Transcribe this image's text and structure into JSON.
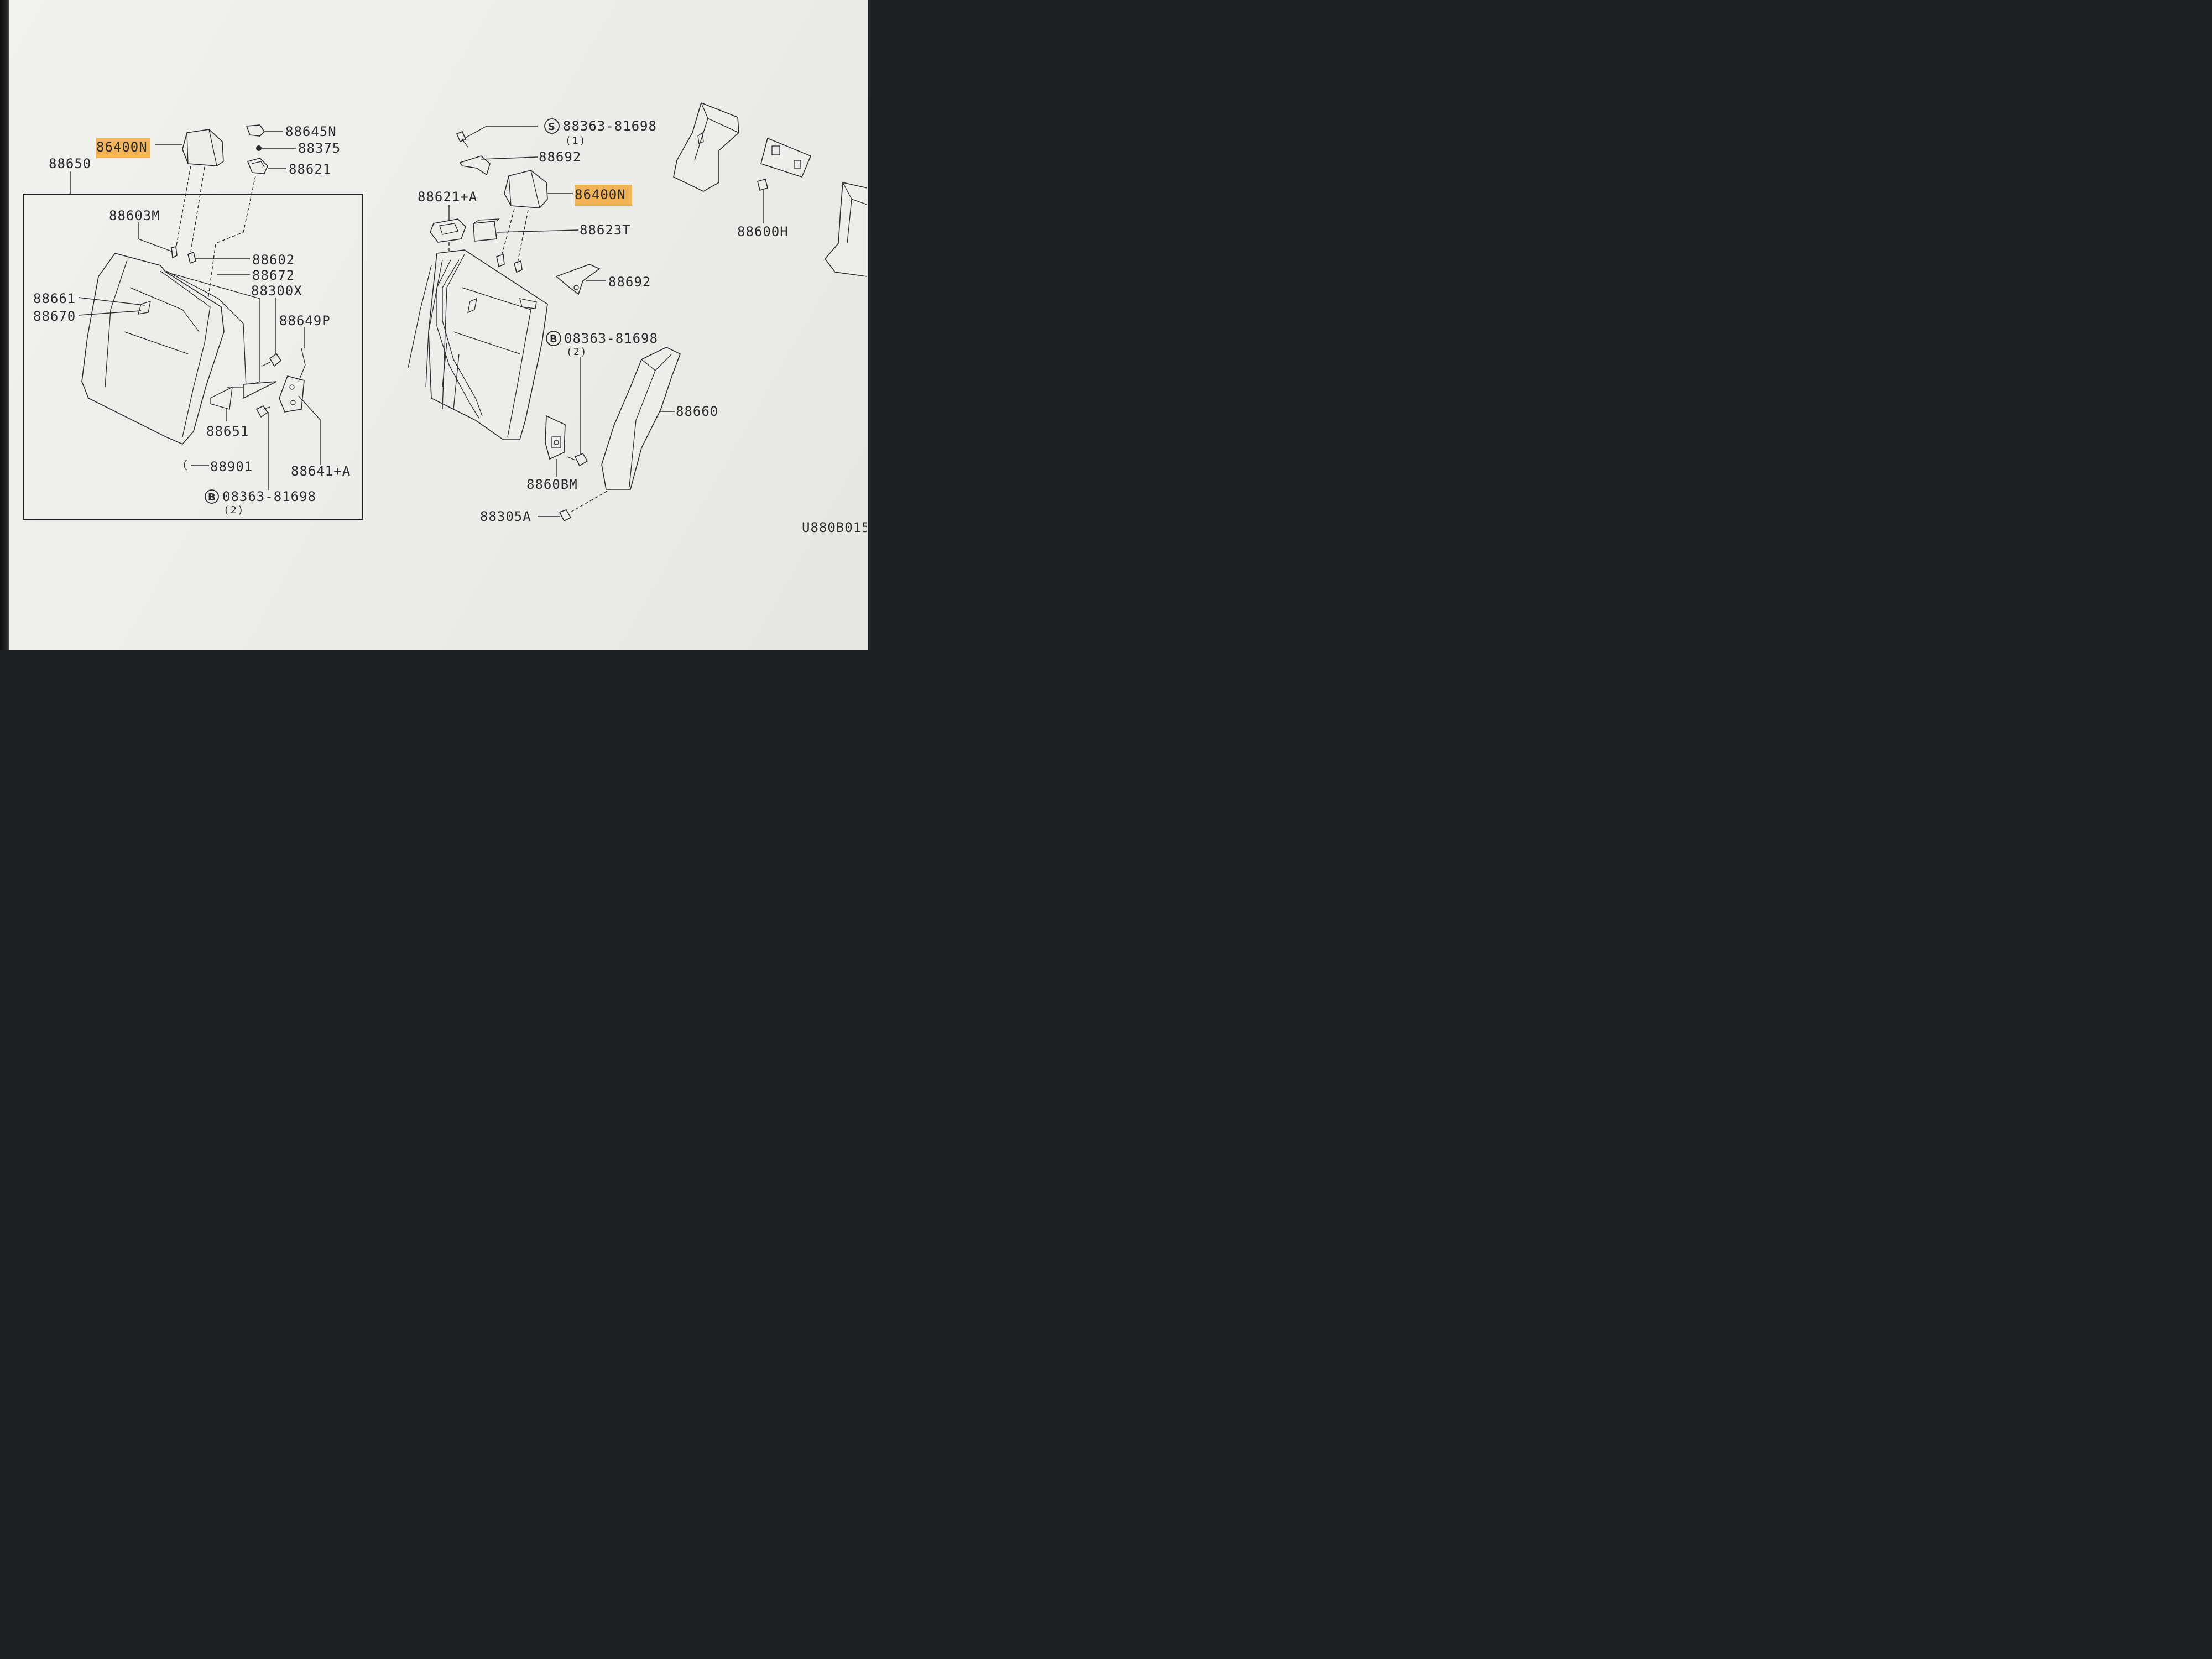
{
  "labels": {
    "l86400n_left": "86400N",
    "l88650": "88650",
    "l88645n": "88645N",
    "l88375": "88375",
    "l88621": "88621",
    "l88603m": "88603M",
    "l88602": "88602",
    "l88672": "88672",
    "l88300x": "88300X",
    "l88661": "88661",
    "l88670": "88670",
    "l88649p": "88649P",
    "l88651": "88651",
    "l88901": "88901",
    "l88641a": "88641+A",
    "l08363_left": "08363-81698",
    "l08363_left_qty": "(2)",
    "l88363": "88363-81698",
    "l88363_qty": "(1)",
    "l88692_top": "88692",
    "l88621a": "88621+A",
    "l86400n_right": "86400N",
    "l88623t": "88623T",
    "l88692_mid": "88692",
    "l08363_right": "08363-81698",
    "l08363_right_qty": "(2)",
    "l88660": "88660",
    "l88608m": "8860BM",
    "l88305a": "88305A",
    "l88600h": "88600H",
    "diagram_code": "U880B015"
  },
  "symbols": {
    "b": "B",
    "s": "S"
  },
  "highlight_color": "#f2a93b"
}
